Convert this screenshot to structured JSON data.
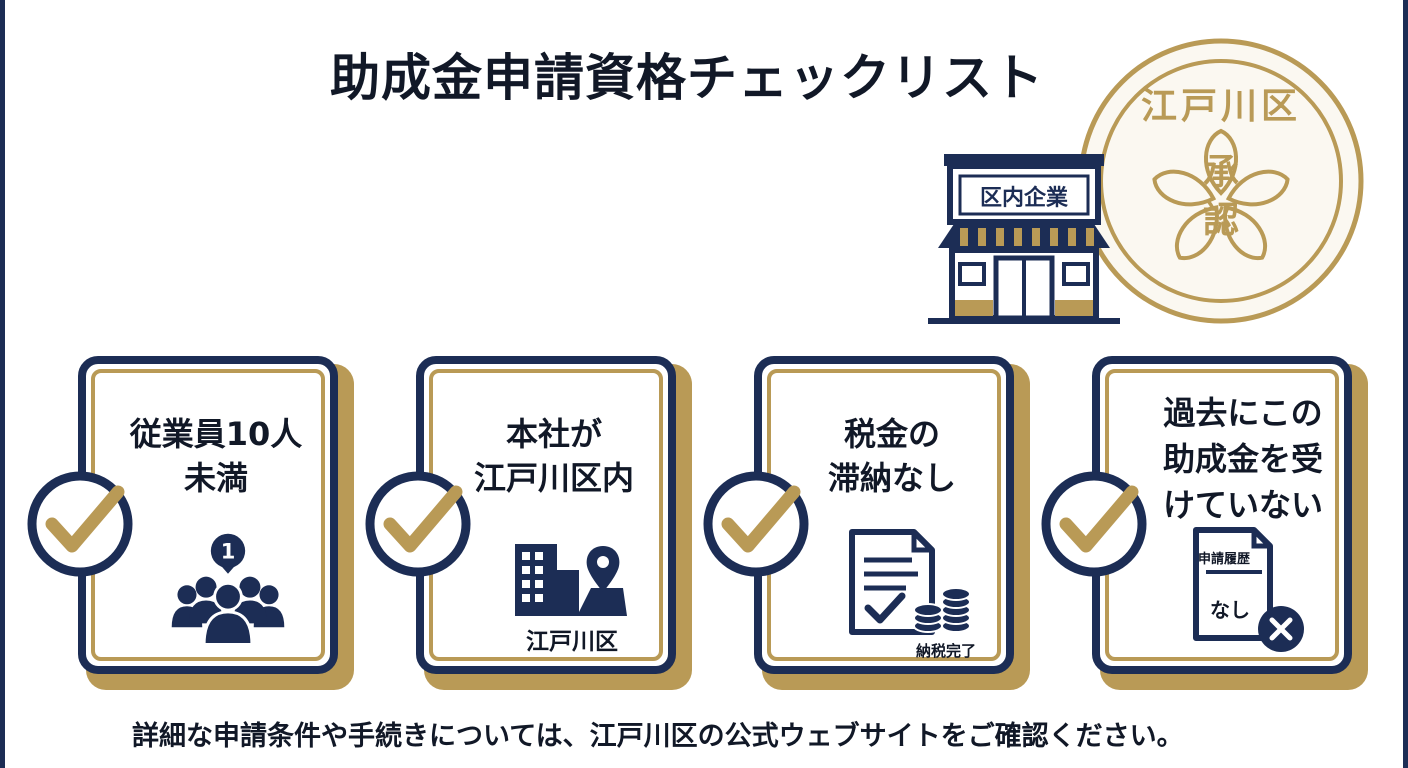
{
  "title": "助成金申請資格チェックリスト",
  "seal": {
    "ward": "江戸川区",
    "approved_1": "承",
    "approved_2": "認"
  },
  "shop": {
    "sign": "区内企業"
  },
  "cards": [
    {
      "line1": "従業員10人",
      "line2": "未満",
      "badge": "1"
    },
    {
      "line1": "本社が",
      "line2": "江戸川区内",
      "caption": "江戸川区"
    },
    {
      "line1": "税金の",
      "line2": "滞納なし",
      "caption": "納税完了"
    },
    {
      "line1": "過去にこの",
      "line2": "助成金を受",
      "line3": "けていない",
      "doc_title": "申請履歴",
      "doc_body": "なし"
    }
  ],
  "footer": "詳細な申請条件や手続きについては、江戸川区の公式ウェブサイトをご確認ください。",
  "colors": {
    "navy": "#1c2d55",
    "gold": "#b99a56"
  }
}
